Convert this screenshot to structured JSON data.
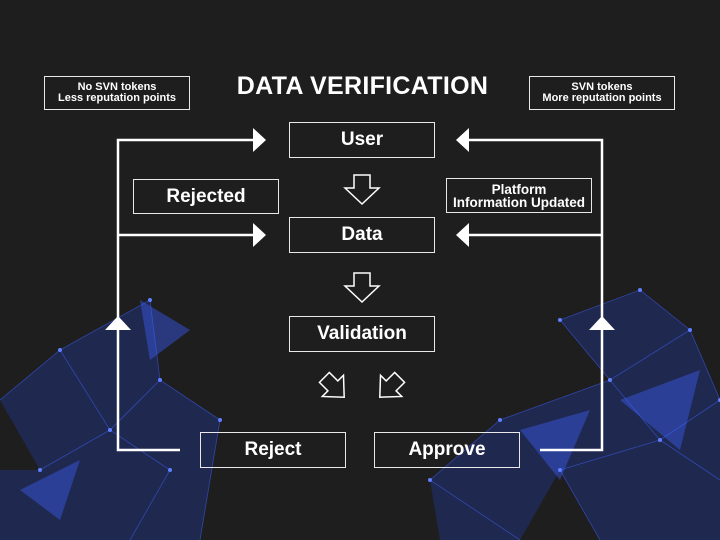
{
  "title": "DATA VERIFICATION",
  "note_left": {
    "line1": "No SVN tokens",
    "line2": "Less reputation points"
  },
  "note_right": {
    "line1": "SVN tokens",
    "line2": "More reputation points"
  },
  "nodes": {
    "user": "User",
    "data": "Data",
    "validation": "Validation",
    "rejected": "Rejected",
    "platform": {
      "line1": "Platform",
      "line2": "Information Updated"
    },
    "reject": "Reject",
    "approve": "Approve"
  },
  "colors": {
    "background": "#1e1e1f",
    "line": "#ffffff",
    "network": "#2f4fd8"
  }
}
